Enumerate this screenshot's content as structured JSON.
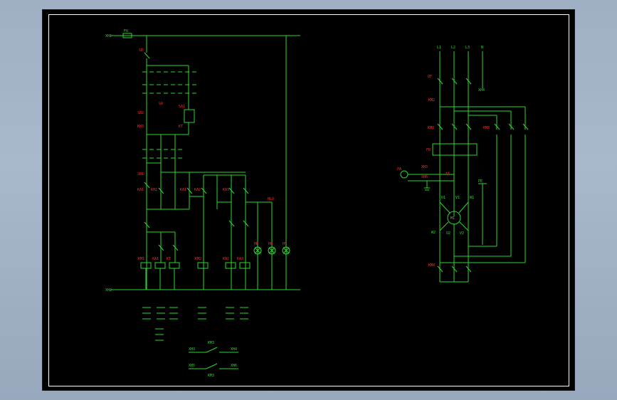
{
  "drawing": {
    "control_labels": {
      "supply_in": "XH1",
      "fuse": "FU",
      "neutral_in": "XH2",
      "left_col_1": "SB",
      "left_col_2": "SA",
      "left_col_3": "SB2",
      "left_col_4": "KH3",
      "left_col_5": "SB1",
      "left_col_6": "KA1",
      "right_stop": "SA1",
      "right_timer": "KT",
      "mid_contact_1": "KH2",
      "mid_contact_2": "KA1",
      "mid_contact_3": "KA2",
      "mid_contact_4": "KA3",
      "lamp_label": "HL9",
      "coil_1": "KM1",
      "coil_2": "KA1",
      "coil_3": "KT",
      "coil_4": "KM2",
      "coil_5": "KA2",
      "coil_6": "KA3",
      "lamp_1": "HR",
      "lamp_2": "HG",
      "lamp_3": "HY",
      "aux_1": "XH3",
      "aux_2": "KM3",
      "aux_3": "XH4",
      "aux_4": "XH5",
      "aux_5": "XH6",
      "aux_6": "KM3"
    },
    "power_labels": {
      "phase_1": "L1",
      "phase_2": "L2",
      "phase_3": "L3",
      "neutral": "N",
      "breaker": "QF",
      "contactor_1": "KM2",
      "contactor_2": "KM1",
      "contactor_3": "KM3",
      "overload": "FR",
      "terminal": "XH4",
      "ammeter": "PA",
      "ct_label": "TA",
      "ct_2": "XH3",
      "ct_3": "XH6",
      "motor": "M1",
      "pe": "PE",
      "u1": "U1",
      "v1": "V1",
      "w1": "W1",
      "u2": "U2",
      "v2": "V2",
      "w2": "W2",
      "bottom_contactor": "KM4"
    }
  }
}
